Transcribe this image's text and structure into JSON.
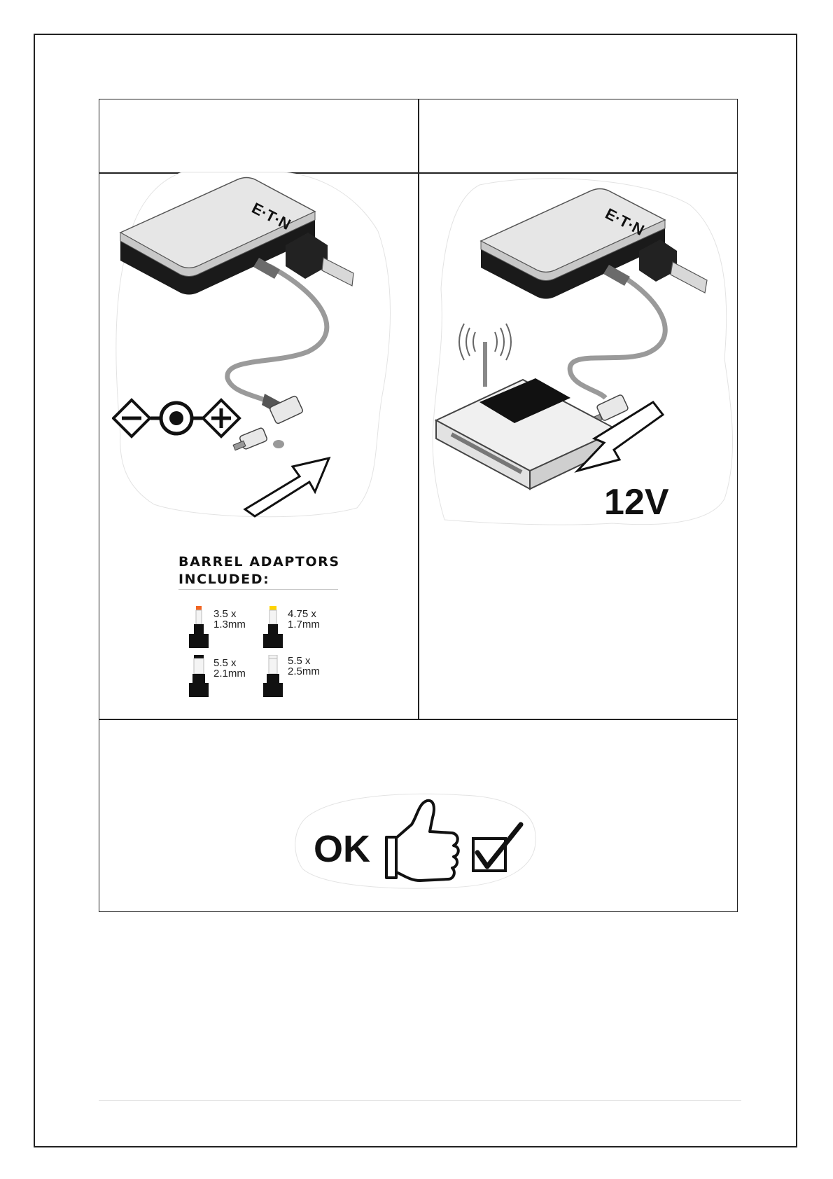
{
  "brand": {
    "logo_text": "E·T·N"
  },
  "voltage_label": "12V",
  "barrel_adaptors": {
    "title_line1": "BARREL ADAPTORS",
    "title_line2": "INCLUDED:",
    "items": [
      {
        "size": "3.5 x",
        "length": "1.3mm",
        "tip_color": "#f26522"
      },
      {
        "size": "4.75 x",
        "length": "1.7mm",
        "tip_color": "#ffd400"
      },
      {
        "size": "5.5 x",
        "length": "2.1mm",
        "tip_color": "#111111"
      },
      {
        "size": "5.5 x",
        "length": "2.5mm",
        "tip_color": "#f2f2f2"
      }
    ]
  },
  "confirmation": {
    "ok_text": "OK"
  },
  "colors": {
    "border": "#222222",
    "footer_rule": "#d6d6d6"
  }
}
